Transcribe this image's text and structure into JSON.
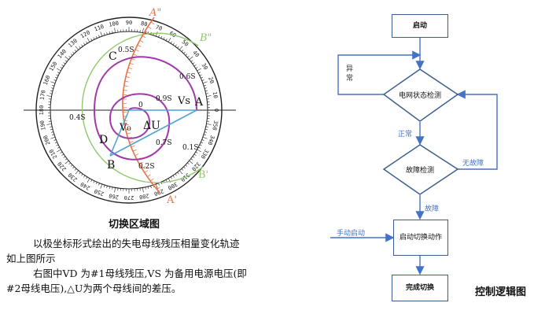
{
  "diagram": {
    "caption": "切换区域图",
    "paragraph_lines": [
      "以极坐标形式绘出的失电母线残压相量变化轨迹",
      "如上图所示",
      "右图中VD 为#1母线残压,VS 为备用电源电压(即",
      "#2母线电压),△U为两个母线间的差压。"
    ],
    "angle_labels": [
      "0",
      "10",
      "20",
      "30",
      "40",
      "50",
      "60",
      "70",
      "80",
      "90",
      "100",
      "110",
      "120",
      "130",
      "140",
      "150",
      "160",
      "170",
      "180",
      "190",
      "200",
      "210",
      "220",
      "230",
      "240",
      "250",
      "260",
      "270",
      "280",
      "290",
      "300",
      "310",
      "320",
      "330",
      "340",
      "350"
    ],
    "point_labels": {
      "A_double_prime": "A\"",
      "B_double_prime": "B\"",
      "B_prime": "B'",
      "A_prime": "A'",
      "A": "A",
      "B": "B",
      "C": "C",
      "D": "D",
      "origin": "0",
      "vs": "Vs",
      "vd": "V₀",
      "delta_u": "ΔU"
    },
    "time_labels": [
      "0.5S",
      "0.6S",
      "0.9S",
      "0.4S",
      "0.7S",
      "0.1S",
      "0.2S"
    ]
  },
  "flowchart": {
    "caption": "控制逻辑图",
    "nodes": {
      "start": "启动",
      "grid_check": "电网状态检测",
      "fault_check": "故障检测",
      "switch_action": "启动切换动作",
      "done": "完成切换"
    },
    "edge_labels": {
      "abnormal": "异常",
      "normal": "正常",
      "no_fault": "无故障",
      "fault": "故障",
      "manual_start": "手动启动"
    },
    "colors": {
      "line": "#4472c4",
      "box_border": "#3b5f8a",
      "label": "#4472c4"
    }
  },
  "colors": {
    "red_boundary": "#e8744a",
    "green_boundary": "#8fc96a",
    "trajectory": "#a03aa8",
    "vector": "#4fa3d6",
    "dial": "#222222"
  }
}
